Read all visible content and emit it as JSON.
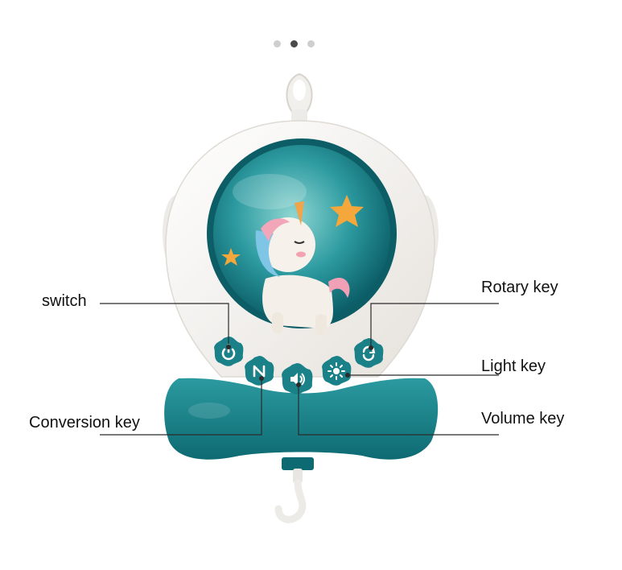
{
  "carousel": {
    "dots": 3,
    "active_index": 1
  },
  "callouts": {
    "switch": "switch",
    "rotary_key": "Rotary key",
    "light_key": "Light key",
    "conversion_key": "Conversion key",
    "volume_key": "Volume key"
  },
  "colors": {
    "teal_dark": "#0f6f78",
    "teal_mid": "#1f8f96",
    "teal_light": "#63c3c3",
    "shell_white": "#f6f4f1",
    "star_orange": "#f4a73a",
    "leader_line": "#2b2b2b",
    "label_text": "#111111"
  },
  "icons": {
    "switch": "power-icon",
    "rotary": "rotate-icon",
    "light": "sun-icon",
    "conversion": "swap-icon",
    "volume": "speaker-icon"
  }
}
